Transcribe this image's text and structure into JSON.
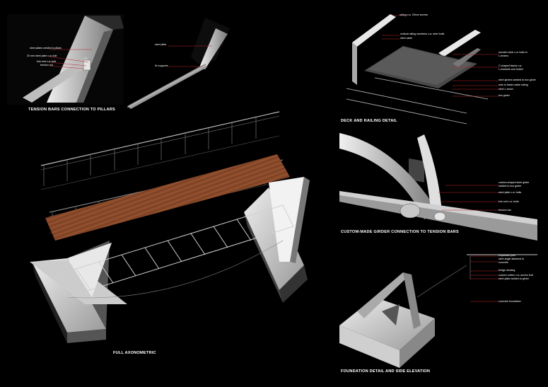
{
  "titles": {
    "tension": "TENSION BARS CONNECTION TO PILLARS",
    "deck": "DECK AND RAILING DETAIL",
    "axon": "FULL AXONOMETRIC",
    "girder": "CUSTOM-MADE  GIRDER CONNECTION TO TENSION BARS",
    "foundation": "FOUNDATION DETAIL AND SIDE ELEVATION"
  },
  "tension_labels": {
    "steel_plates": "steel plates welded to pillars",
    "steel_plate_20mm": "20 mm steel plate c.w. bolt",
    "fork_end": "fork end c.w. bolt",
    "tension_rod": "tension rod",
    "steel_pillar": "steel pillar",
    "fin_supports": "fin supports"
  },
  "deck_labels": {
    "railing": "railing c.w. 25mm screws",
    "vertical_railing": "vertical railing members c.w. steel bolts",
    "steel_cable": "steel cable",
    "wooden_deck_1": "wooden  deck  c.w.  bolts  to",
    "wooden_deck_2": "L-beams",
    "c_shaped_1": "C-shaped  fascia  c.w.",
    "c_shaped_2": "L-brackets and bolted",
    "steel_girders": "steel girders welded to box girder",
    "nuts": "nuts to fasten cable railing",
    "l_beam": "steel L-beam",
    "box_girder": "box girder"
  },
  "girder_labels": {
    "custom_1": "custom-shaped  steel  girder",
    "custom_2": "welded to box girder",
    "steel_plate": "steel plate c.w. bolts",
    "fork_end": "fork end c.w. bolts",
    "tension_bar": "tension bar"
  },
  "foundation_labels": {
    "expansion": "expansion joint",
    "angle_1": "steel angle attached to",
    "angle_2": "concrete",
    "decking": "bridge decking",
    "custom_rubber": "custom rubber c.w. anchor bolt",
    "steel_plate_girder": "steel plate welded to girder",
    "concrete": "concrete foundation"
  },
  "colors": {
    "background": "#000000",
    "deck_wood": "#8a4a2a",
    "leader": "#c0262a",
    "concrete": "#d8d8d8",
    "steel": "#9a9a9a"
  }
}
